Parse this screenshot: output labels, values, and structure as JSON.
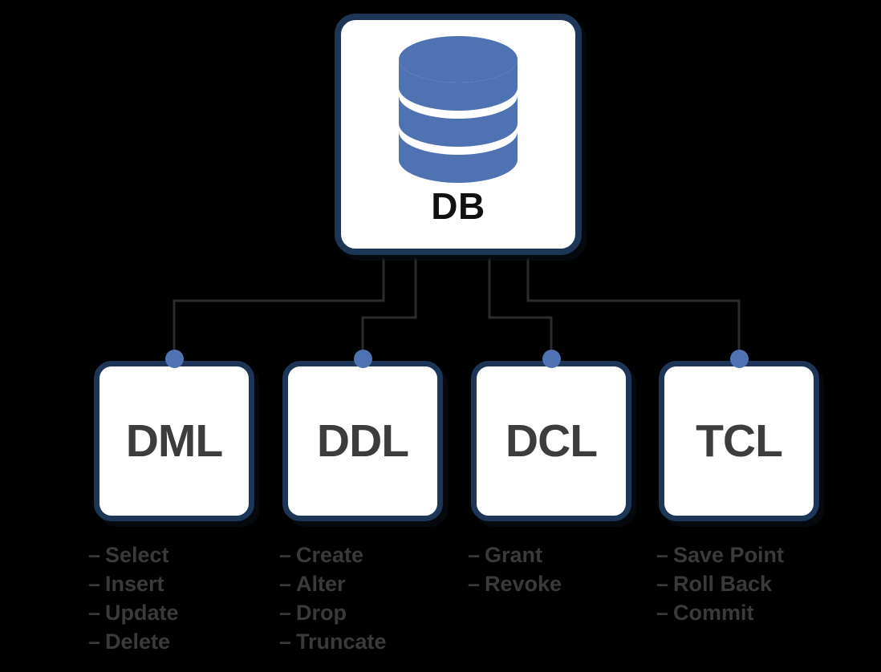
{
  "diagram": {
    "title": "DB",
    "root": {
      "label": "DB",
      "icon": "database-cylinder-icon"
    },
    "categories": [
      {
        "id": "dml",
        "label": "DML",
        "dash": "–",
        "items": [
          "Select",
          "Insert",
          "Update",
          "Delete"
        ]
      },
      {
        "id": "ddl",
        "label": "DDL",
        "dash": "–",
        "items": [
          "Create",
          "Alter",
          "Drop",
          "Truncate"
        ]
      },
      {
        "id": "dcl",
        "label": "DCL",
        "dash": "–",
        "items": [
          "Grant",
          "Revoke"
        ]
      },
      {
        "id": "tcl",
        "label": "TCL",
        "dash": "–",
        "items": [
          "Save Point",
          "Roll Back",
          "Commit"
        ]
      }
    ],
    "colors": {
      "background": "#000000",
      "card_fill": "#ffffff",
      "card_border": "#1d3557",
      "cylinder": "#4f72b3",
      "knob": "#4f72b3",
      "connector_line": "#2b2b2b",
      "label_text": "#3d3d3d",
      "root_text": "#111111",
      "bullet_text": "#3a3a3a"
    }
  }
}
